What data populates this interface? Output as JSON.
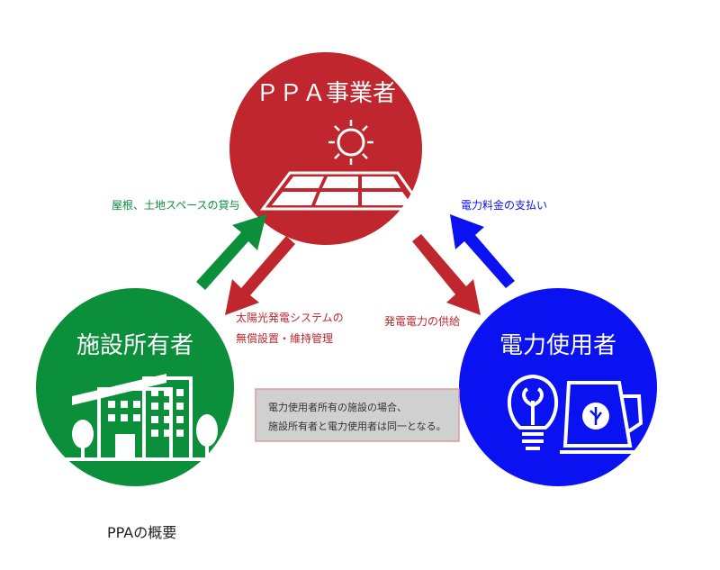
{
  "nodes": {
    "ppa": {
      "label": "ＰＰＡ事業者",
      "color": "#c0262d"
    },
    "owner": {
      "label": "施設所有者",
      "color": "#0b8f3b"
    },
    "user": {
      "label": "電力使用者",
      "color": "#0a12f2"
    }
  },
  "arrows": {
    "lease": {
      "label": "屋根、土地スペースの貸与",
      "color": "#0b8f3b"
    },
    "install": {
      "line1": "太陽光発電システムの",
      "line2": "無償設置・維持管理",
      "color": "#c0262d"
    },
    "supply": {
      "label": "発電電力の供給",
      "color": "#c0262d"
    },
    "payment": {
      "label": "電力料金の支払い",
      "color": "#0a12f2"
    }
  },
  "note": {
    "line1": "電力使用者所有の施設の場合、",
    "line2": "施設所有者と電力使用者は同一となる。"
  },
  "caption": "PPAの概要"
}
